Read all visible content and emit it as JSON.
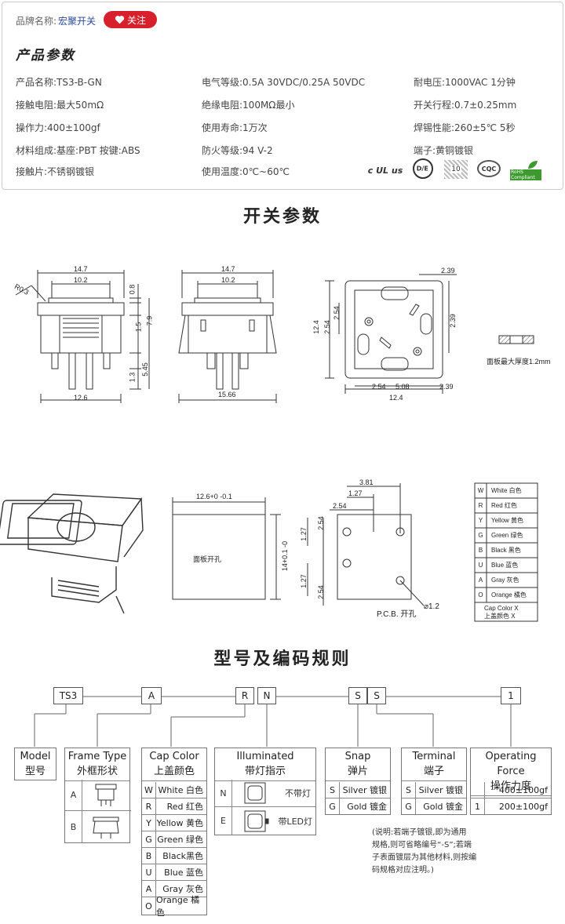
{
  "header": {
    "brand_label": "品牌名称:",
    "brand_name": "宏聚开关",
    "follow_label": "关注",
    "section_title": "产品参数"
  },
  "params": {
    "c1": [
      "产品名称:TS3-B-GN",
      "接触电阻:最大50mΩ",
      "操作力:400±100gf",
      "材料组成:基座:PBT  按键:ABS",
      "接触片:不锈钢镀银"
    ],
    "c2": [
      "电气等级:0.5A  30VDC/0.25A 50VDC",
      "绝缘电阻:100MΩ最小",
      "使用寿命:1万次",
      "防火等级:94 V-2",
      "使用温度:0℃~60℃"
    ],
    "c3": [
      "耐电压:1000VAC  1分钟",
      "开关行程:0.7±0.25mm",
      "焊锡性能:260±5℃  5秒",
      "端子:黄铜镀银"
    ]
  },
  "certs": [
    "c UL us",
    "D/E",
    "10",
    "CQC",
    "RoHS Compliant"
  ],
  "switch_params_title": "开关参数",
  "drawing": {
    "d_r": "R0.3",
    "d_147": "14.7",
    "d_102": "10.2",
    "d_08": "0.8",
    "d_15": "1.5",
    "d_79": "7.9",
    "d_545": "5.45",
    "d_13": "1.3",
    "d_126": "12.6",
    "d_1566": "15.66",
    "d_239": "2.39",
    "d_124": "12.4",
    "d_254": "2.54",
    "d_508": "5.08",
    "panel_thick": "面板最大厚度1.2mm",
    "cutout_w": "12.6+0 -0.1",
    "cutout_h": "14+0.1 -0",
    "cutout_label": "面板开孔",
    "d_381": "3.81",
    "d_127": "1.27",
    "pcb_label": "P.C.B. 开孔",
    "hole": "⌀1.2"
  },
  "color_legend": {
    "rows": [
      [
        "W",
        "White 白色"
      ],
      [
        "R",
        "Red 红色"
      ],
      [
        "Y",
        "Yellow 黄色"
      ],
      [
        "G",
        "Green 绿色"
      ],
      [
        "B",
        "Black 黑色"
      ],
      [
        "U",
        "Blue 蓝色"
      ],
      [
        "A",
        "Gray 灰色"
      ],
      [
        "O",
        "Orange 橘色"
      ]
    ],
    "foot1": "Cap Color  X",
    "foot2": "上盖颜色    X"
  },
  "coding_title": "型号及编码规则",
  "code": {
    "ts3": "TS3",
    "a": "A",
    "r": "R",
    "n": "N",
    "s1": "S",
    "s2": "S",
    "one": "1"
  },
  "model": {
    "en": "Model",
    "cn": "型号"
  },
  "frame": {
    "en": "Frame Type",
    "cn": "外框形状",
    "rows": [
      "A",
      "B"
    ]
  },
  "cap": {
    "en": "Cap Color",
    "cn": "上盖颜色",
    "rows": [
      [
        "W",
        "White 白色"
      ],
      [
        "R",
        "Red 红色"
      ],
      [
        "Y",
        "Yellow 黄色"
      ],
      [
        "G",
        "Green 绿色"
      ],
      [
        "B",
        "Black黑色"
      ],
      [
        "U",
        "Blue 蓝色"
      ],
      [
        "A",
        "Gray 灰色"
      ],
      [
        "O",
        "Orange 橘色"
      ]
    ]
  },
  "illum": {
    "en": "Illuminated",
    "cn": "带灯指示",
    "rows": [
      [
        "N",
        "不带灯"
      ],
      [
        "E",
        "带LED灯"
      ]
    ]
  },
  "snap": {
    "en": "Snap",
    "cn": "弹片",
    "rows": [
      [
        "S",
        "Silver 镀银"
      ],
      [
        "G",
        "Gold 镀金"
      ]
    ]
  },
  "terminal": {
    "en": "Terminal",
    "cn": "端子",
    "rows": [
      [
        "S",
        "Silver 镀银"
      ],
      [
        "G",
        "Gold 镀金"
      ]
    ]
  },
  "force": {
    "en": "Operating Force",
    "cn": "操作力度",
    "rows": [
      [
        "",
        "400±100gf"
      ],
      [
        "1",
        "200±100gf"
      ]
    ]
  },
  "note": [
    "(说明:若端子镀银,即为通用",
    "规格,则可省略编号“-S”;若端",
    "子表面镀层为其他材料,则按编",
    "码规格对应注明。)"
  ],
  "colors": {
    "accent": "#d8202c",
    "brand": "#2a4a9a"
  }
}
